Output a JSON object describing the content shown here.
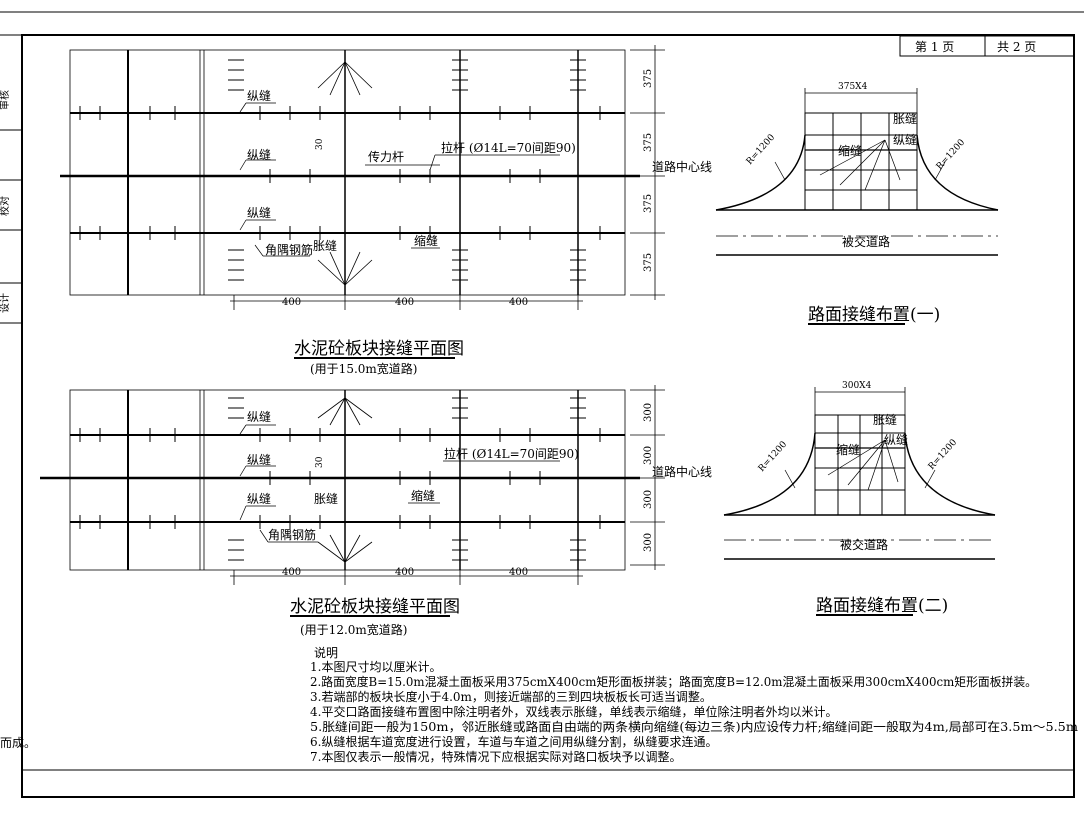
{
  "page": {
    "current_label": "第 1 页",
    "total_label": "共 2 页"
  },
  "side_labels": {
    "review": "审核",
    "check": "校对",
    "design": "设计"
  },
  "cut_text": "而成。",
  "plan1": {
    "title": "水泥砼板块接缝平面图",
    "subtitle": "(用于15.0m宽道路)",
    "dims_right": [
      "375",
      "375",
      "375",
      "375"
    ],
    "dims_bottom": [
      "400",
      "400",
      "400"
    ],
    "labels": {
      "long_joint_1": "纵缝",
      "long_joint_2": "纵缝",
      "long_joint_3": "纵缝",
      "spacing": "30",
      "dowel": "传力杆",
      "tie_bar": "拉杆 (Ø14L=70间距90)",
      "corner_rebar": "角隅钢筋",
      "expansion": "胀缝",
      "contraction": "缩缝",
      "center_line": "道路中心线"
    }
  },
  "plan2": {
    "title": "水泥砼板块接缝平面图",
    "subtitle": "(用于12.0m宽道路)",
    "dims_right": [
      "300",
      "300",
      "300",
      "300"
    ],
    "dims_bottom": [
      "400",
      "400",
      "400"
    ],
    "labels": {
      "long_joint_1": "纵缝",
      "long_joint_2": "纵缝",
      "long_joint_3": "纵缝",
      "spacing": "30",
      "tie_bar": "拉杆 (Ø14L=70间距90)",
      "expansion": "胀缝",
      "contraction": "缩缝",
      "corner_rebar": "角隅钢筋",
      "center_line": "道路中心线"
    }
  },
  "layout1": {
    "title": "路面接缝布置(一)",
    "top_dim": "375X4",
    "expansion": "胀缝",
    "longitudinal": "纵缝",
    "contraction": "缩缝",
    "radius_left": "R=1200",
    "radius_right": "R=1200",
    "crossed_road": "被交道路"
  },
  "layout2": {
    "title": "路面接缝布置(二)",
    "top_dim": "300X4",
    "expansion": "胀缝",
    "longitudinal": "纵缝",
    "contraction": "缩缝",
    "radius_left": "R=1200",
    "radius_right": "R=1200",
    "crossed_road": "被交道路"
  },
  "notes": {
    "heading": "说明",
    "items": [
      "1.本图尺寸均以厘米计。",
      "2.路面宽度B=15.0m混凝土面板采用375cmX400cm矩形面板拼装；路面宽度B=12.0m混凝土面板采用300cmX400cm矩形面板拼装。",
      "3.若端部的板块长度小于4.0m，则接近端部的三到四块板板长可适当调整。",
      "4.平交口路面接缝布置图中除注明者外，双线表示胀缝，单线表示缩缝，单位除注明者外均以米计。",
      "5.胀缝间距一般为150m，邻近胀缝或路面自由端的两条横向缩缝(每边三条)内应设传力杆;缩缝间距一般取为4m,局部可在3.5m～5.5m",
      "6.纵缝根据车道宽度进行设置，车道与车道之间用纵缝分割，纵缝要求连通。",
      "7.本图仅表示一般情况，特殊情况下应根据实际对路口板块予以调整。"
    ]
  }
}
